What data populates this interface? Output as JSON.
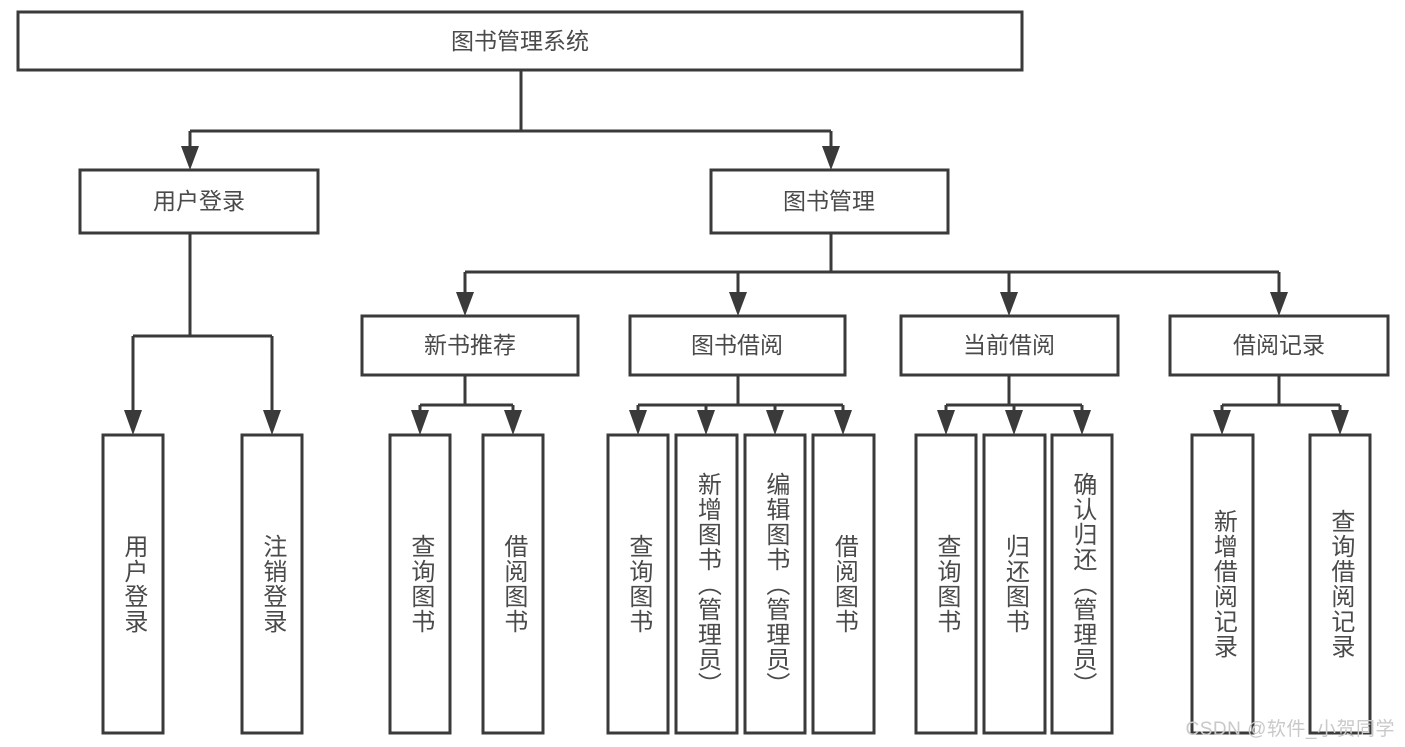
{
  "diagram": {
    "title": "图书管理系统",
    "watermark": "CSDN @软件_小贺同学",
    "colors": {
      "stroke": "#3a3a3a",
      "box_fill": "#ffffff",
      "text": "#4a4a4a",
      "watermark": "#c9c9c9",
      "background": "#ffffff"
    },
    "root": {
      "label": "图书管理系统"
    },
    "level2": [
      {
        "label": "用户登录"
      },
      {
        "label": "图书管理"
      }
    ],
    "level3": [
      {
        "label": "新书推荐"
      },
      {
        "label": "图书借阅"
      },
      {
        "label": "当前借阅"
      },
      {
        "label": "借阅记录"
      }
    ],
    "leaves": {
      "user_login": [
        {
          "label": "用户登录"
        },
        {
          "label": "注销登录"
        }
      ],
      "new_book_recommend": [
        {
          "label": "查询图书"
        },
        {
          "label": "借阅图书"
        }
      ],
      "book_borrow": [
        {
          "label": "查询图书"
        },
        {
          "label": "新增图书（管理员）"
        },
        {
          "label": "编辑图书（管理员）"
        },
        {
          "label": "借阅图书"
        }
      ],
      "current_borrow": [
        {
          "label": "查询图书"
        },
        {
          "label": "归还图书"
        },
        {
          "label": "确认归还（管理员）"
        }
      ],
      "borrow_record": [
        {
          "label": "新增借阅记录"
        },
        {
          "label": "查询借阅记录"
        }
      ]
    }
  }
}
